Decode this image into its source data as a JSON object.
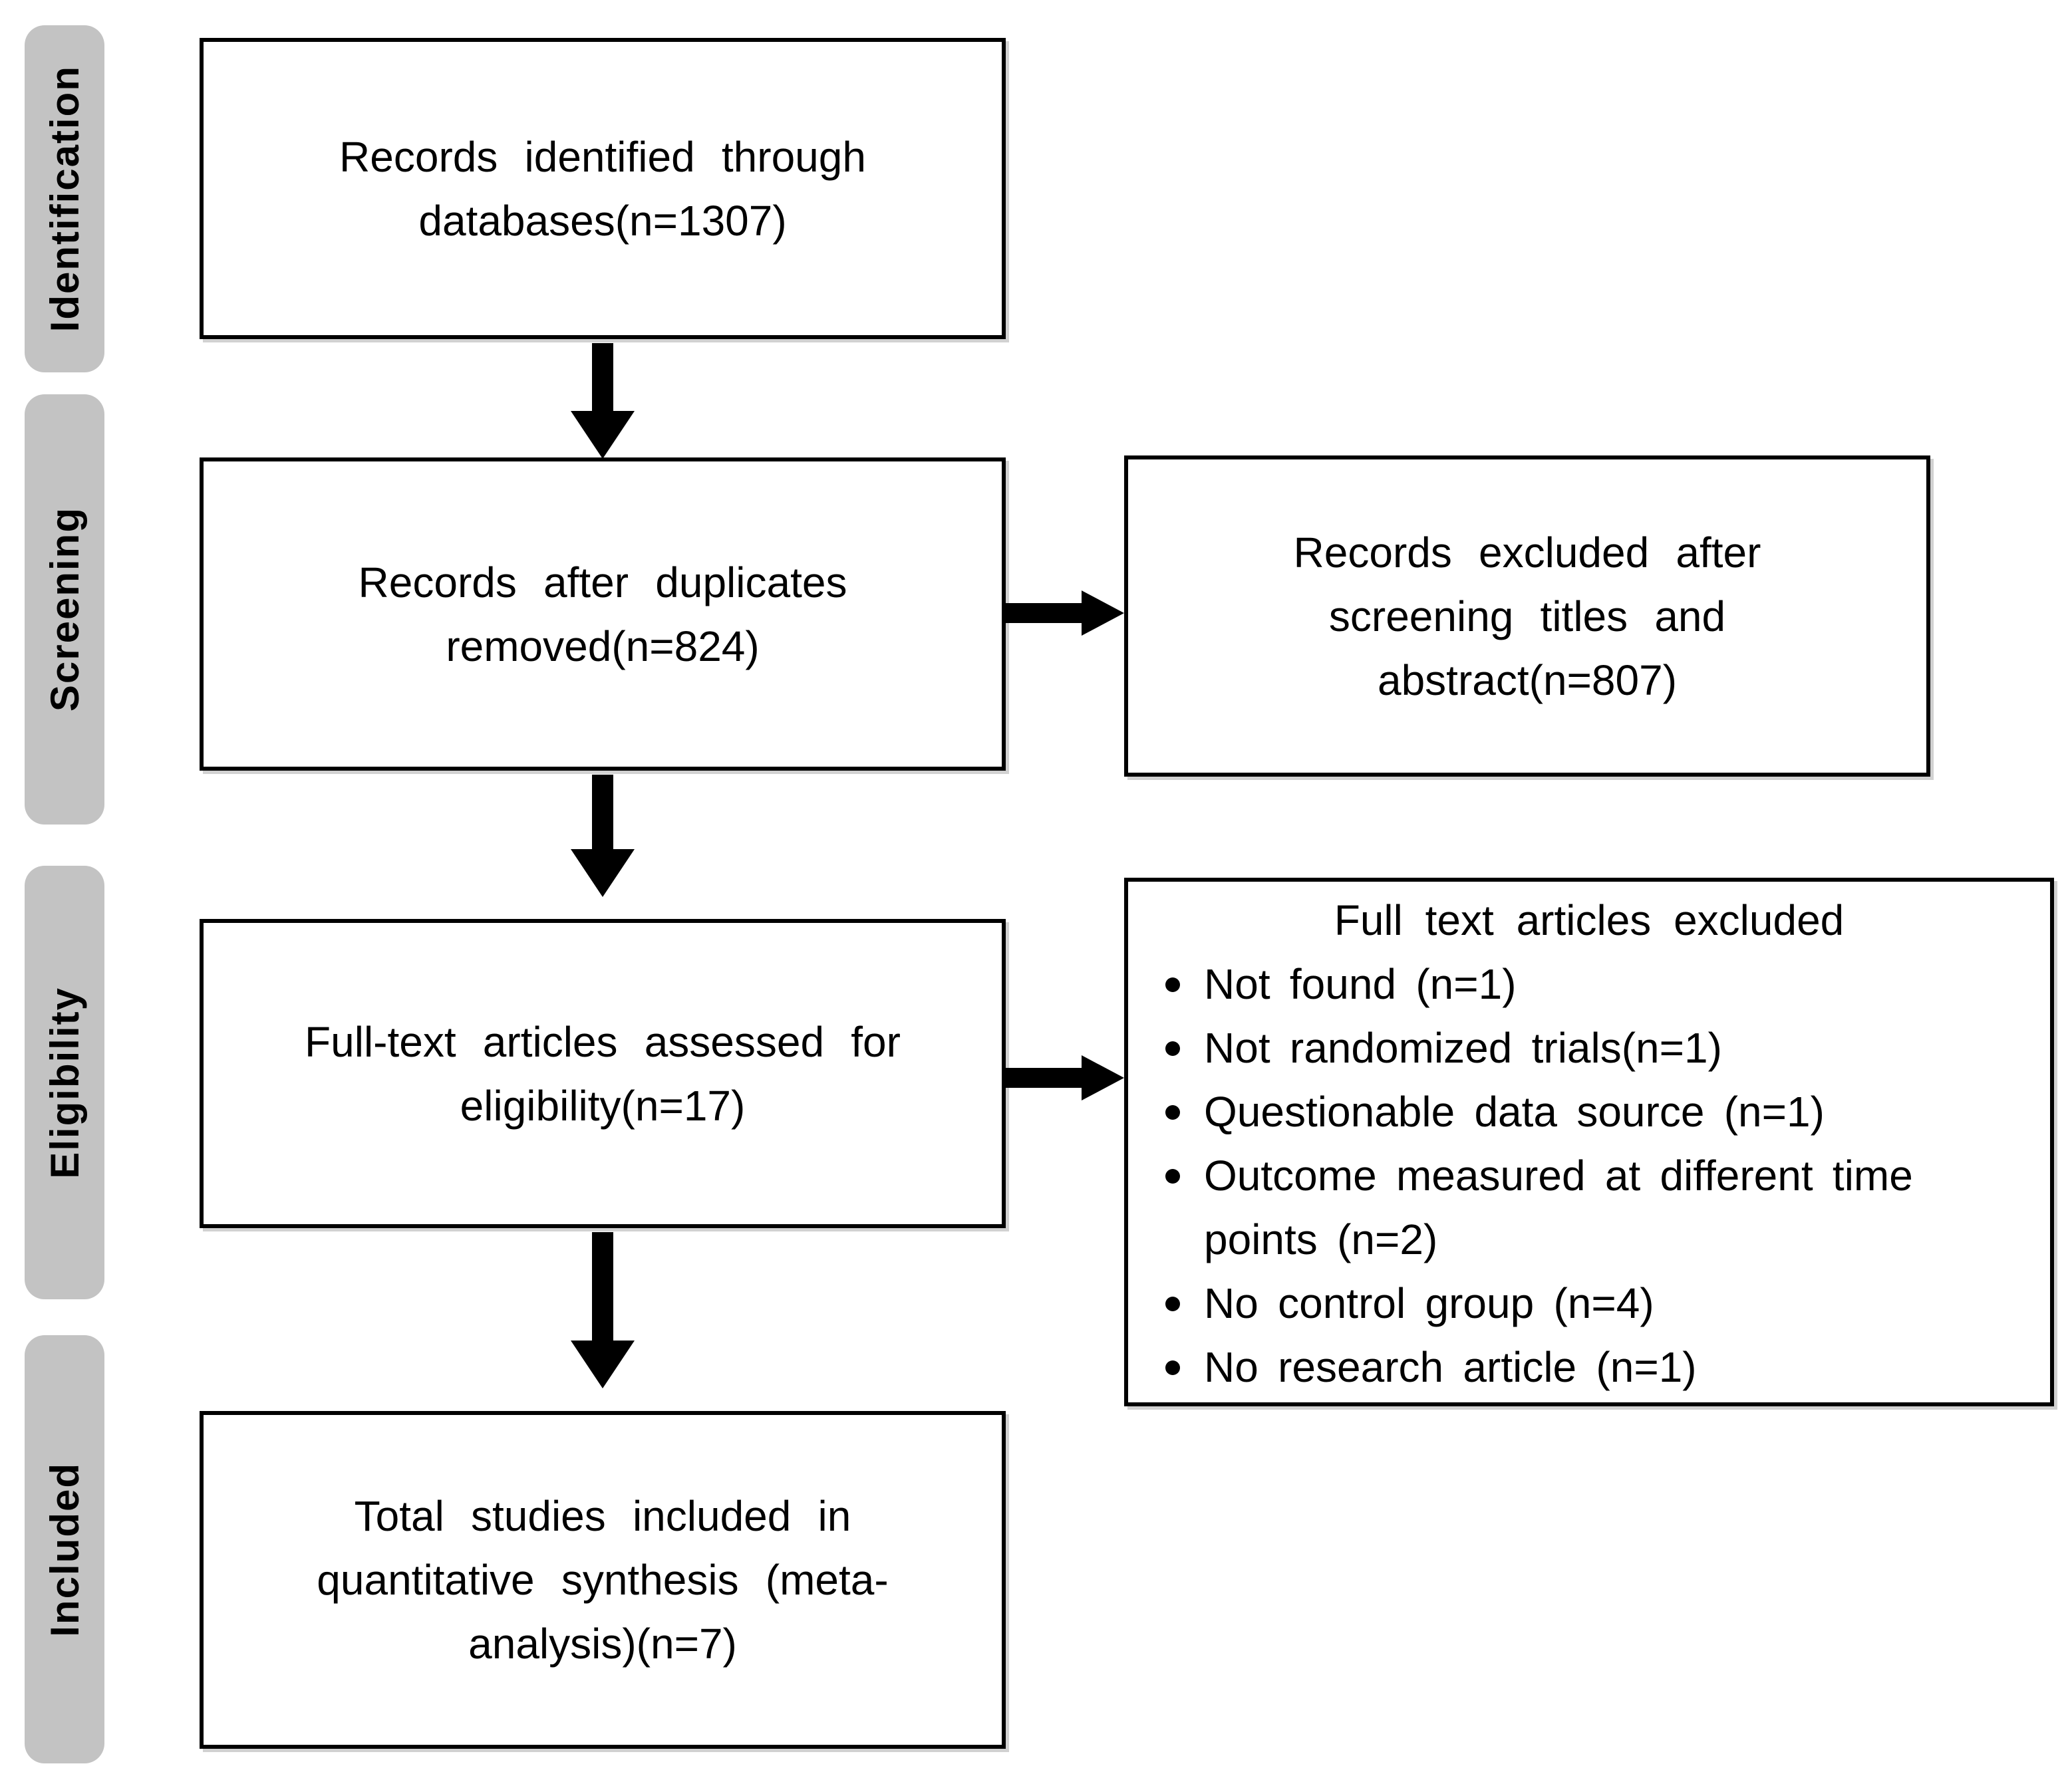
{
  "diagram": {
    "type": "prisma-flow",
    "stages": [
      {
        "id": "identification",
        "label": "Identification"
      },
      {
        "id": "screening",
        "label": "Screening"
      },
      {
        "id": "eligibility",
        "label": "Eligibility"
      },
      {
        "id": "included",
        "label": "Included"
      }
    ],
    "boxes": {
      "identified": {
        "text": "Records identified through databases(n=1307)"
      },
      "after_duplicates": {
        "text": "Records after duplicates removed(n=824)"
      },
      "excluded_screening": {
        "text": "Records excluded after screening titles and abstract(n=807)"
      },
      "fulltext_assessed": {
        "text": "Full-text articles assessed for eligibility(n=17)"
      },
      "fulltext_excluded": {
        "title": "Full text articles excluded",
        "items": [
          "Not found (n=1)",
          "Not randomized trials(n=1)",
          "Questionable data source (n=1)",
          "Outcome measured at different time points (n=2)",
          "No control group (n=4)",
          "No research article (n=1)"
        ]
      },
      "included_total": {
        "text": "Total studies included in quantitative synthesis (meta-analysis)(n=7)"
      }
    },
    "counts": {
      "identified": 1307,
      "after_duplicates": 824,
      "excluded_screening": 807,
      "fulltext_assessed": 17,
      "excluded_not_found": 1,
      "excluded_not_randomized_trials": 1,
      "excluded_questionable_data_source": 1,
      "excluded_outcome_different_time_points": 2,
      "excluded_no_control_group": 4,
      "excluded_no_research_article": 1,
      "included_total": 7
    },
    "colors": {
      "stage_bar_fill": "#c3c3c3",
      "box_border": "#000000",
      "arrow": "#000000",
      "text": "#000000",
      "background": "#ffffff"
    }
  }
}
